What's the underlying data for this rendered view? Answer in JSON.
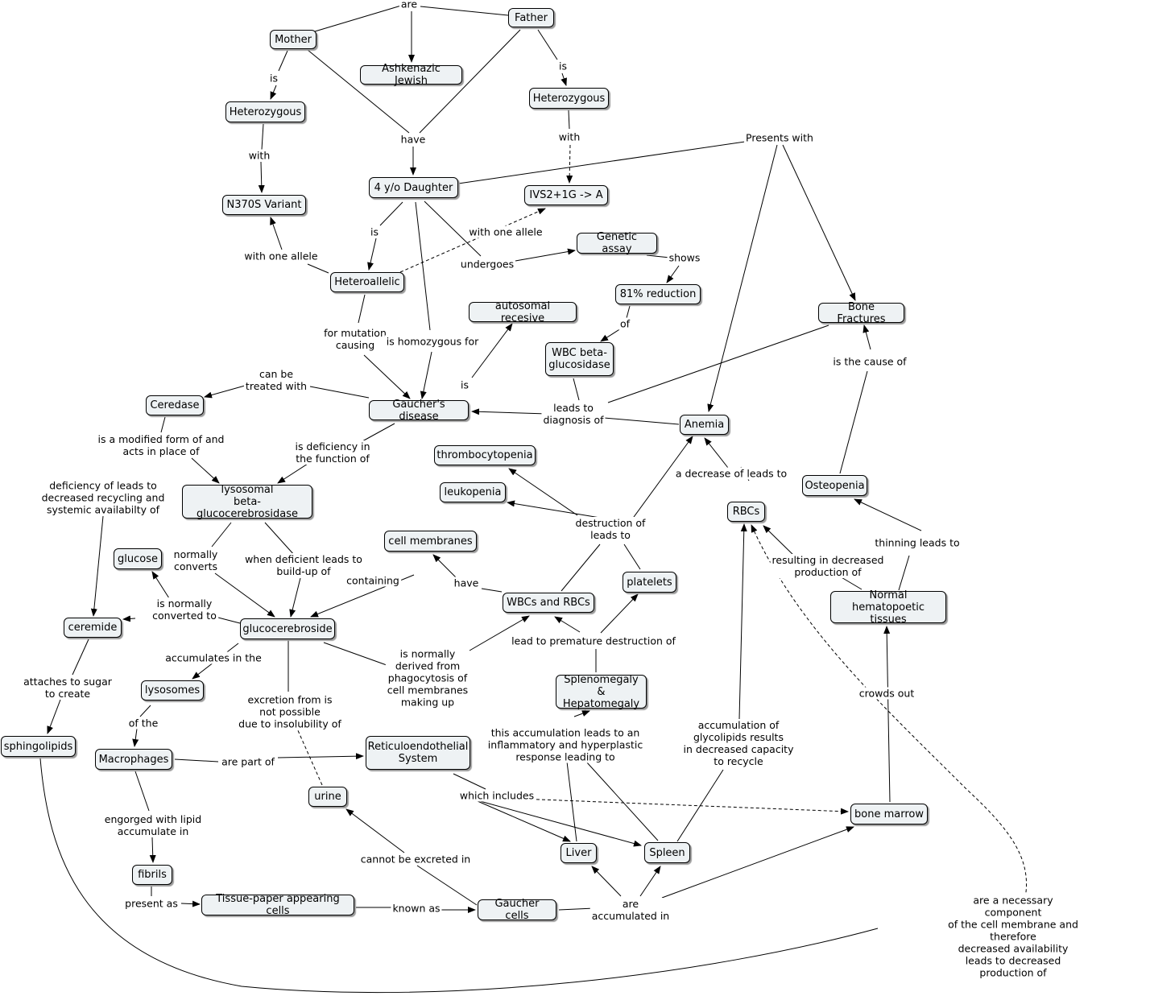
{
  "concepts": {
    "mother": "Mother",
    "father": "Father",
    "ashkenazic": "Ashkenazic Jewish",
    "het_mother": "Heterozygous",
    "het_father": "Heterozygous",
    "n370s": "N370S Variant",
    "ivs2": "IVS2+1G -> A",
    "daughter": "4 y/o Daughter",
    "heteroallelic": "Heteroallelic",
    "genetic_assay": "Genetic assay",
    "reduction": "81% reduction",
    "autosomal": "autosomal recesive",
    "wbc_beta": "WBC beta-\nglucosidase",
    "bone_fractures": "Bone Fractures",
    "ceredase": "Ceredase",
    "gaucher_disease": "Gaucher's disease",
    "anemia": "Anemia",
    "thrombocytopenia": "thrombocytopenia",
    "leukopenia": "leukopenia",
    "lysosomal_enzyme": "lysosomal\nbeta-glucocerebrosidase",
    "rbcs": "RBCs",
    "osteopenia": "Osteopenia",
    "glucose": "glucose",
    "cell_membranes": "cell membranes",
    "platelets": "platelets",
    "wbcs_rbcs": "WBCs and RBCs",
    "normal_hemato": "Normal hematopoetic\ntissues",
    "ceremide": "ceremide",
    "glucocerebroside": "glucocerebroside",
    "splenomegaly": "Splenomegaly &\nHepatomegaly",
    "lysosomes": "lysosomes",
    "sphingolipids": "sphingolipids",
    "macrophages": "Macrophages",
    "reticulo": "Reticuloendothelial\nSystem",
    "urine": "urine",
    "bone_marrow": "bone marrow",
    "liver": "Liver",
    "spleen": "Spleen",
    "fibrils": "fibrils",
    "tissue_paper": "Tissue-paper appearing cells",
    "gaucher_cells": "Gaucher cells"
  },
  "linking_phrases": {
    "are": "are",
    "is_mother": "is",
    "is_father": "is",
    "with_mother": "with",
    "with_father": "with",
    "have": "have",
    "presents_with": "Presents with",
    "is_daughter": "is",
    "with_one_allele_right": "with one allele",
    "with_one_allele_left": "with one allele",
    "undergoes": "undergoes",
    "shows": "shows",
    "of_reduction": "of",
    "for_mutation": "for mutation\ncausing",
    "is_homozygous": "is homozygous for",
    "is_autosomal": "is",
    "can_be_treated": "can be\ntreated with",
    "leads_to_diagnosis": "leads to\ndiagnosis of",
    "is_the_cause": "is the cause of",
    "modified_form": "is a modified form of and\nacts in place of",
    "is_deficiency": "is deficiency in\nthe function of",
    "deficiency_leads": "deficiency of leads to\ndecreased recycling and\nsystemic availabilty of",
    "a_decrease": "a decrease of leads to",
    "destruction": "destruction of\nleads to",
    "thinning": "thinning leads to",
    "normally_converts": "normally\nconverts",
    "when_deficient": "when deficient leads to\nbuild-up of",
    "containing": "containing",
    "resulting_decreased": "resulting in decreased\nproduction of",
    "have_cells": "have",
    "normally_converted": "is normally\nconverted to",
    "premature_destruction": "lead to premature destruction of",
    "accumulates_in": "accumulates in the",
    "normally_derived": "is normally\nderived from\nphagocytosis of\ncell membranes\nmaking up",
    "attaches_sugar": "attaches to sugar\nto create",
    "excretion": "excretion from is\nnot possible\ndue to insolubility of",
    "crowds_out": "crowds out",
    "of_the": "of the",
    "inflammatory": "this accumulation leads to an\ninflammatory and hyperplastic\nresponse leading to",
    "accumulation_glyco": "accumulation of\nglycolipids results\nin decreased capacity\nto recycle",
    "are_part_of": "are part of",
    "which_includes": "which includes",
    "engorged": "engorged with lipid\naccumulate in",
    "cannot_excreted": "cannot be excreted in",
    "present_as": "present as",
    "known_as": "known as",
    "are_accumulated": "are\naccumulated in",
    "necessary_component": "are a necessary component\nof the cell membrane and therefore\ndecreased availability leads to decreased production of"
  }
}
